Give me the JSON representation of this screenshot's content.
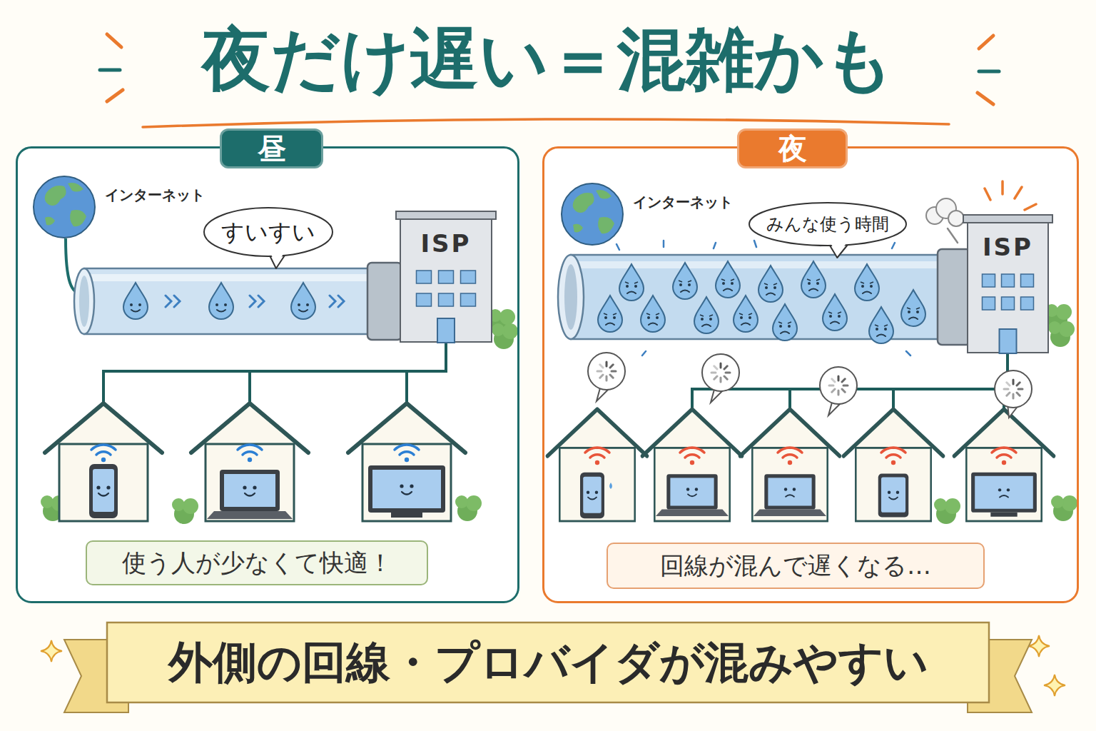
{
  "diagram": {
    "title": "夜だけ遅い＝混雑かも",
    "nodes": [
      {
        "text": [
          "昼"
        ]
      },
      {
        "text": [
          "インターネット"
        ],
        "in": 0
      },
      {
        "text": [
          "すいすい"
        ],
        "in": 0
      },
      {
        "text": [
          "ISP"
        ],
        "in": 0
      },
      {
        "text": [
          "使う人が少なくて快適！"
        ],
        "in": 0
      },
      {
        "text": [
          "夜"
        ]
      },
      {
        "text": [
          "インターネット"
        ],
        "in": 5
      },
      {
        "text": [
          "みんな使う時間"
        ],
        "in": 5
      },
      {
        "text": [
          "ISP"
        ],
        "in": 5
      },
      {
        "text": [
          "回線が混んで遅くなる…"
        ],
        "in": 5
      },
      {
        "text": [
          "外側の回線・プロバイダが混みやすい"
        ]
      }
    ]
  }
}
